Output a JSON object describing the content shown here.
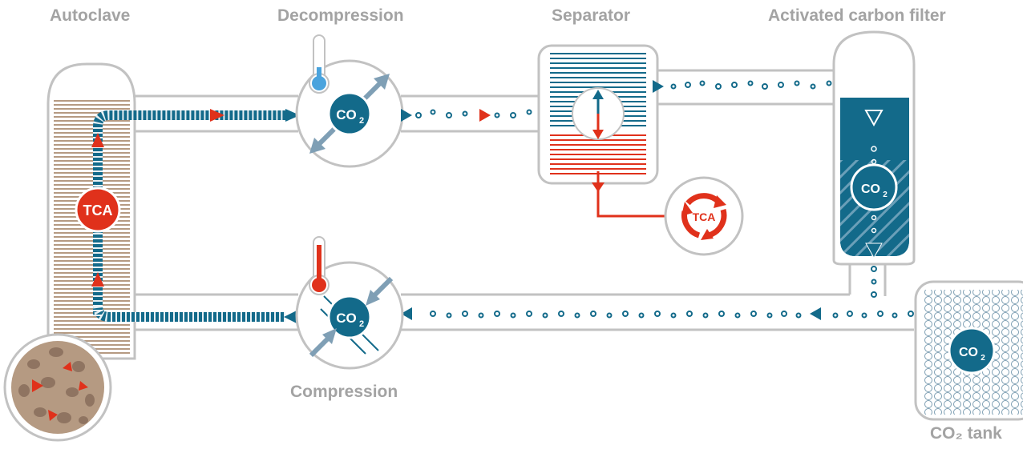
{
  "stages": {
    "autoclave": "Autoclave",
    "decompression": "Decompression",
    "separator": "Separator",
    "carbon_filter": "Activated carbon filter",
    "compression": "Compression",
    "co2_tank": "CO₂ tank"
  },
  "molecules": {
    "co2": "CO",
    "co2_sub": "2",
    "tca": "TCA"
  },
  "colors": {
    "gray_outline": "#c2c2c2",
    "label_gray": "#a3a3a3",
    "teal": "#136a8a",
    "red": "#e0311b",
    "arrow_gray": "#7f9fb5",
    "cork": "#b59a82",
    "light_blue": "#4aa3dd"
  }
}
